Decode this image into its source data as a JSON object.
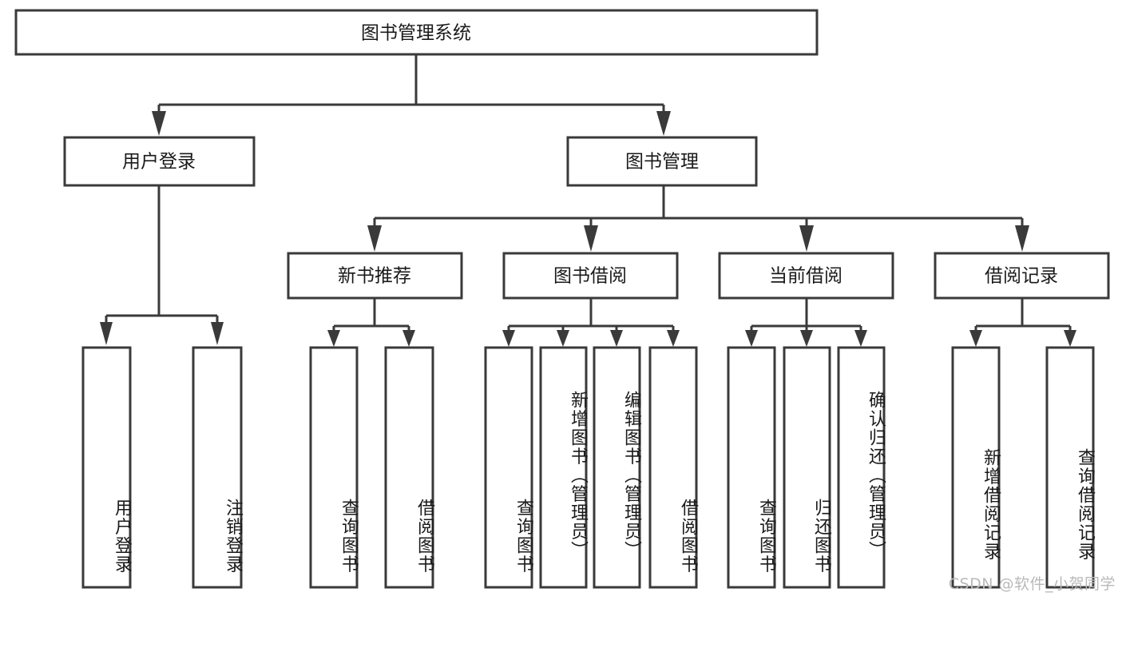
{
  "diagram": {
    "title": "图书管理系统",
    "type": "tree-hierarchy-chart",
    "root": {
      "id": "root",
      "label": "图书管理系统",
      "orientation": "horizontal"
    },
    "level2": [
      {
        "id": "user-login",
        "label": "用户登录",
        "orientation": "horizontal"
      },
      {
        "id": "book-management",
        "label": "图书管理",
        "orientation": "horizontal"
      }
    ],
    "level3": [
      {
        "id": "new-book-recommend",
        "label": "新书推荐",
        "orientation": "horizontal",
        "parent": "book-management"
      },
      {
        "id": "book-borrow",
        "label": "图书借阅",
        "orientation": "horizontal",
        "parent": "book-management"
      },
      {
        "id": "current-borrow",
        "label": "当前借阅",
        "orientation": "horizontal",
        "parent": "book-management"
      },
      {
        "id": "borrow-record",
        "label": "借阅记录",
        "orientation": "horizontal",
        "parent": "book-management"
      }
    ],
    "leaves": [
      {
        "id": "leaf-user-login",
        "label": "用户登录",
        "parent": "user-login",
        "orientation": "vertical"
      },
      {
        "id": "leaf-logout",
        "label": "注销登录",
        "parent": "user-login",
        "orientation": "vertical"
      },
      {
        "id": "leaf-query-book-1",
        "label": "查询图书",
        "parent": "new-book-recommend",
        "orientation": "vertical"
      },
      {
        "id": "leaf-borrow-book-1",
        "label": "借阅图书",
        "parent": "new-book-recommend",
        "orientation": "vertical"
      },
      {
        "id": "leaf-query-book-2",
        "label": "查询图书",
        "parent": "book-borrow",
        "orientation": "vertical"
      },
      {
        "id": "leaf-add-book",
        "label": "新增图书（管理员）",
        "parent": "book-borrow",
        "orientation": "vertical"
      },
      {
        "id": "leaf-edit-book",
        "label": "编辑图书（管理员）",
        "parent": "book-borrow",
        "orientation": "vertical"
      },
      {
        "id": "leaf-borrow-book-2",
        "label": "借阅图书",
        "parent": "book-borrow",
        "orientation": "vertical"
      },
      {
        "id": "leaf-query-book-3",
        "label": "查询图书",
        "parent": "current-borrow",
        "orientation": "vertical"
      },
      {
        "id": "leaf-return-book",
        "label": "归还图书",
        "parent": "current-borrow",
        "orientation": "vertical"
      },
      {
        "id": "leaf-confirm-return",
        "label": "确认归还（管理员）",
        "parent": "current-borrow",
        "orientation": "vertical"
      },
      {
        "id": "leaf-add-record",
        "label": "新增借阅记录",
        "parent": "borrow-record",
        "orientation": "vertical"
      },
      {
        "id": "leaf-query-record",
        "label": "查询借阅记录",
        "parent": "borrow-record",
        "orientation": "vertical"
      }
    ],
    "colors": {
      "stroke": "#3a3a3a",
      "fill": "#ffffff",
      "text": "#1a1a1a",
      "watermark": "#b9b9b9"
    }
  },
  "watermark": {
    "text": "CSDN @软件_小贺同学"
  }
}
